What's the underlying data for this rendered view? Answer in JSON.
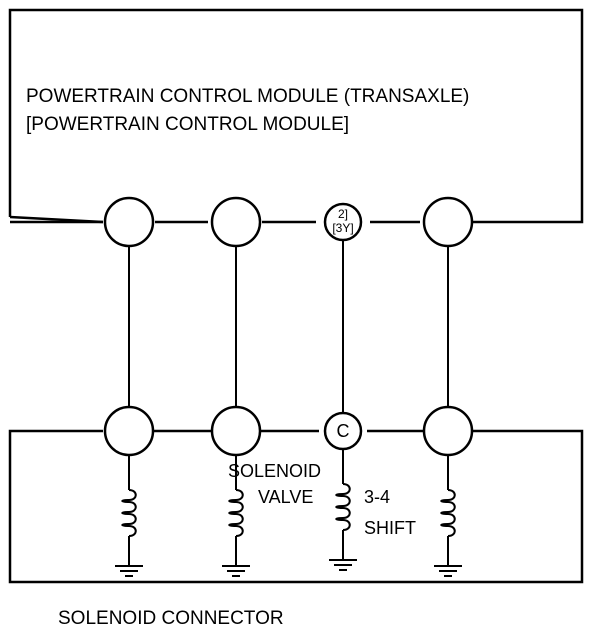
{
  "pcm": {
    "title": "POWERTRAIN CONTROL MODULE (TRANSAXLE)",
    "subtitle": "[POWERTRAIN CONTROL MODULE]"
  },
  "pcm_pin": {
    "line1": "2]",
    "line2": "[3Y]"
  },
  "connector_pin": {
    "label": "C"
  },
  "solenoid": {
    "line1": "SOLENOID",
    "line2": "VALVE",
    "line3": "3-4",
    "line4": "SHIFT"
  },
  "connector": {
    "caption": "SOLENOID CONNECTOR"
  }
}
